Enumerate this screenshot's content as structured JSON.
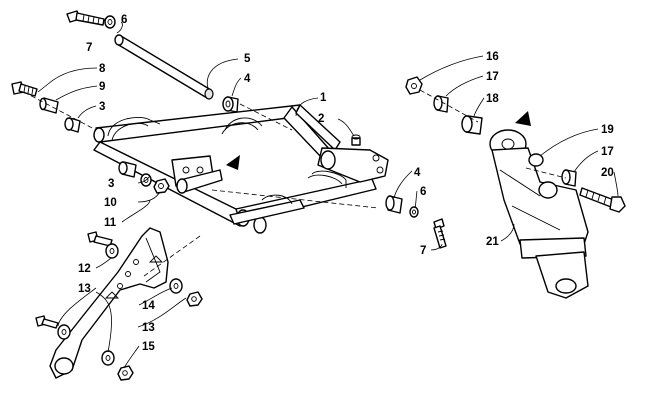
{
  "callouts": {
    "c1": "1",
    "c2": "2",
    "c3a": "3",
    "c3b": "3",
    "c4a": "4",
    "c4b": "4",
    "c5": "5",
    "c6a": "6",
    "c6b": "6",
    "c7a": "7",
    "c7b": "7",
    "c8": "8",
    "c9": "9",
    "c10": "10",
    "c11": "11",
    "c12": "12",
    "c13a": "13",
    "c13b": "13",
    "c14": "14",
    "c15": "15",
    "c16": "16",
    "c17a": "17",
    "c17b": "17",
    "c18": "18",
    "c19": "19",
    "c20": "20",
    "c21": "21"
  },
  "icons": {
    "front_arrow_left": "front-direction-arrow",
    "front_arrow_right": "front-direction-arrow"
  }
}
